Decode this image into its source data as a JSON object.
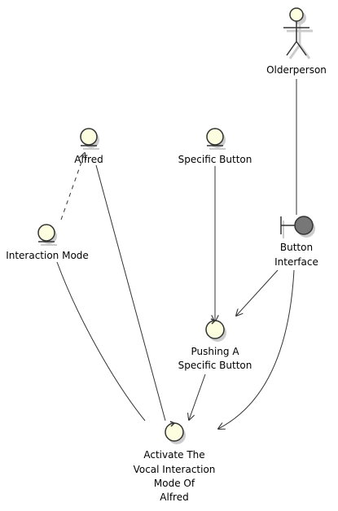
{
  "nodes": {
    "olderperson": {
      "label": "Olderperson",
      "kind": "actor"
    },
    "alfred": {
      "label": "Alfred",
      "kind": "entity"
    },
    "specific_button": {
      "label": "Specific Button",
      "kind": "entity"
    },
    "interaction_mode": {
      "label": "Interaction Mode",
      "kind": "entity"
    },
    "button_interface": {
      "lines": [
        "Button",
        "Interface"
      ],
      "kind": "boundary"
    },
    "pushing": {
      "lines": [
        "Pushing A",
        "Specific Button"
      ],
      "kind": "control"
    },
    "activate": {
      "lines": [
        "Activate The",
        "Vocal Interaction",
        "Mode Of",
        "Alfred"
      ],
      "kind": "control"
    }
  },
  "edges": [
    {
      "from": "olderperson",
      "to": "button_interface",
      "style": "solid",
      "arrow": false
    },
    {
      "from": "interaction_mode",
      "to": "alfred",
      "style": "dashed",
      "arrow": true
    },
    {
      "from": "interaction_mode",
      "to": "activate",
      "style": "solid",
      "arrow": false
    },
    {
      "from": "alfred",
      "to": "activate",
      "style": "solid",
      "arrow": false
    },
    {
      "from": "specific_button",
      "to": "pushing",
      "style": "solid",
      "arrow": true
    },
    {
      "from": "button_interface",
      "to": "pushing",
      "style": "solid",
      "arrow": true
    },
    {
      "from": "button_interface",
      "to": "activate",
      "style": "solid",
      "arrow": true
    },
    {
      "from": "pushing",
      "to": "activate",
      "style": "solid",
      "arrow": true
    }
  ],
  "colors": {
    "node_fill": "#fdfde0",
    "boundary_fill": "#777777",
    "stroke": "#333333",
    "shadow": "#cccccc"
  }
}
